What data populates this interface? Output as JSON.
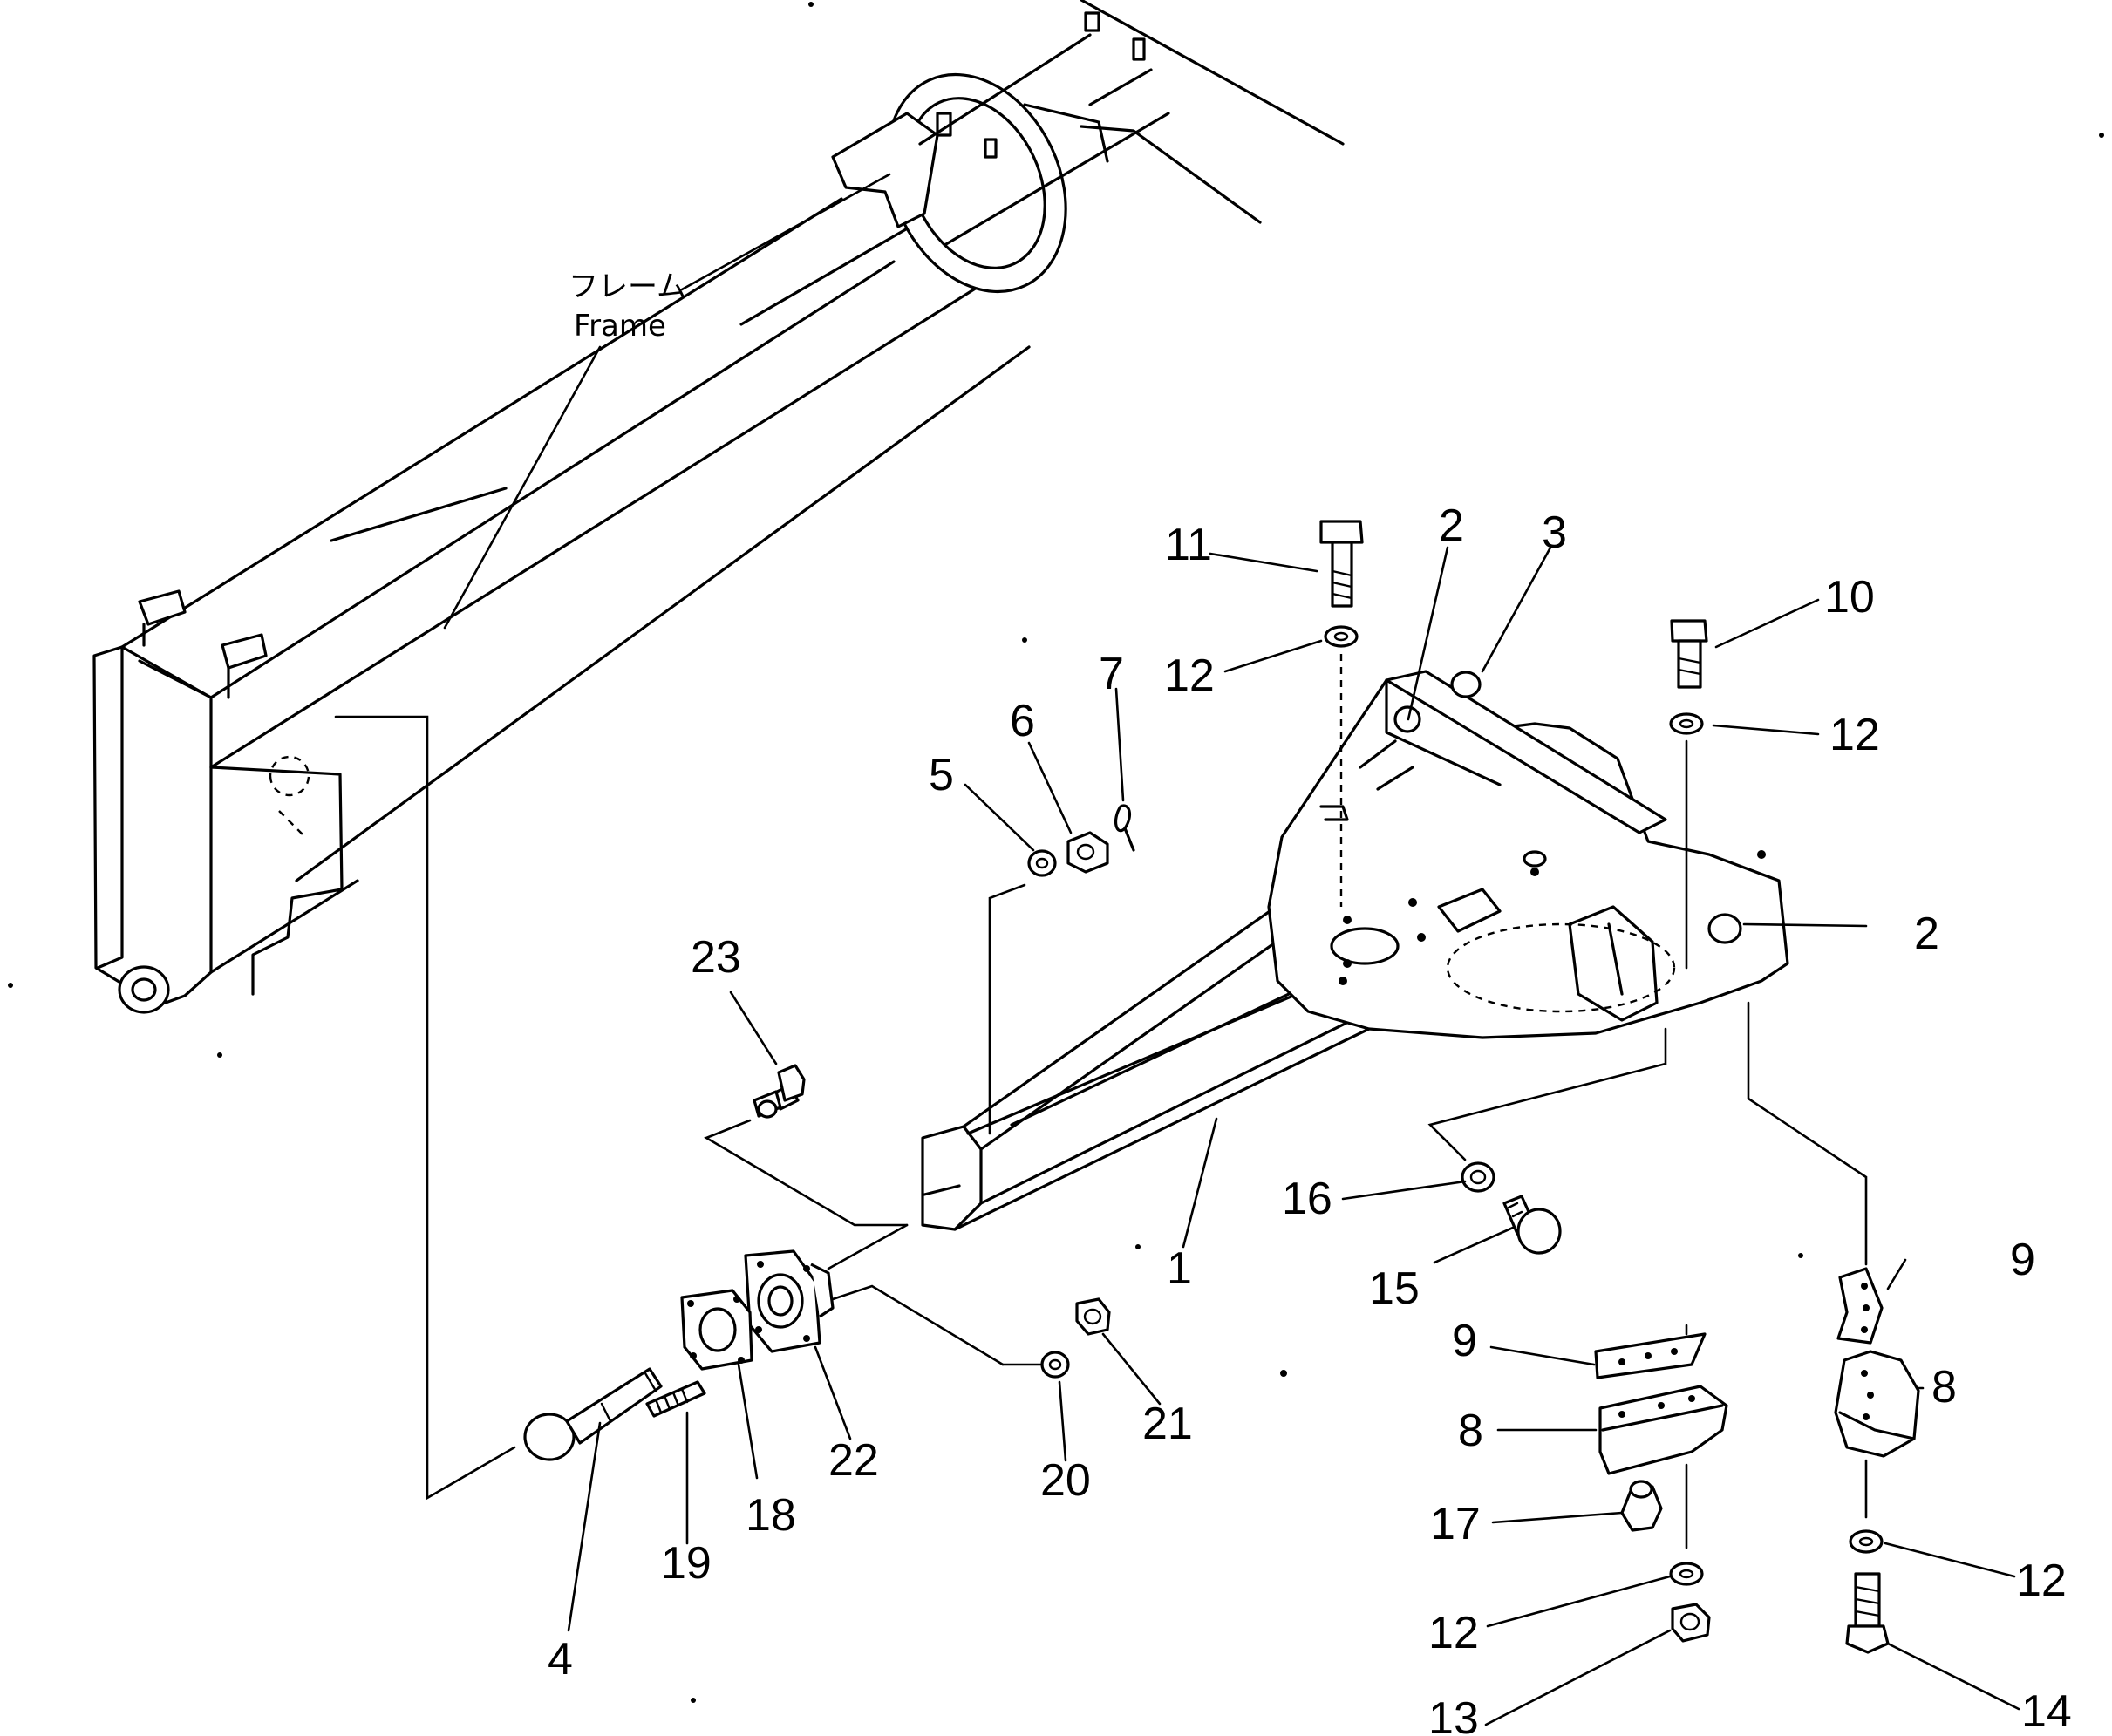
{
  "frame_label_jp": "フレーム",
  "frame_label_en": "Frame",
  "callouts": [
    {
      "id": "c1",
      "label": "1"
    },
    {
      "id": "c2a",
      "label": "2"
    },
    {
      "id": "c2b",
      "label": "2"
    },
    {
      "id": "c3",
      "label": "3"
    },
    {
      "id": "c4",
      "label": "4"
    },
    {
      "id": "c5",
      "label": "5"
    },
    {
      "id": "c6",
      "label": "6"
    },
    {
      "id": "c7",
      "label": "7"
    },
    {
      "id": "c8a",
      "label": "8"
    },
    {
      "id": "c8b",
      "label": "8"
    },
    {
      "id": "c9a",
      "label": "9"
    },
    {
      "id": "c9b",
      "label": "9"
    },
    {
      "id": "c10",
      "label": "10"
    },
    {
      "id": "c11",
      "label": "11"
    },
    {
      "id": "c12a",
      "label": "12"
    },
    {
      "id": "c12b",
      "label": "12"
    },
    {
      "id": "c12c",
      "label": "12"
    },
    {
      "id": "c12d",
      "label": "12"
    },
    {
      "id": "c13",
      "label": "13"
    },
    {
      "id": "c14",
      "label": "14"
    },
    {
      "id": "c15",
      "label": "15"
    },
    {
      "id": "c16",
      "label": "16"
    },
    {
      "id": "c17",
      "label": "17"
    },
    {
      "id": "c18",
      "label": "18"
    },
    {
      "id": "c19",
      "label": "19"
    },
    {
      "id": "c20",
      "label": "20"
    },
    {
      "id": "c21",
      "label": "21"
    },
    {
      "id": "c22",
      "label": "22"
    },
    {
      "id": "c23",
      "label": "23"
    }
  ]
}
